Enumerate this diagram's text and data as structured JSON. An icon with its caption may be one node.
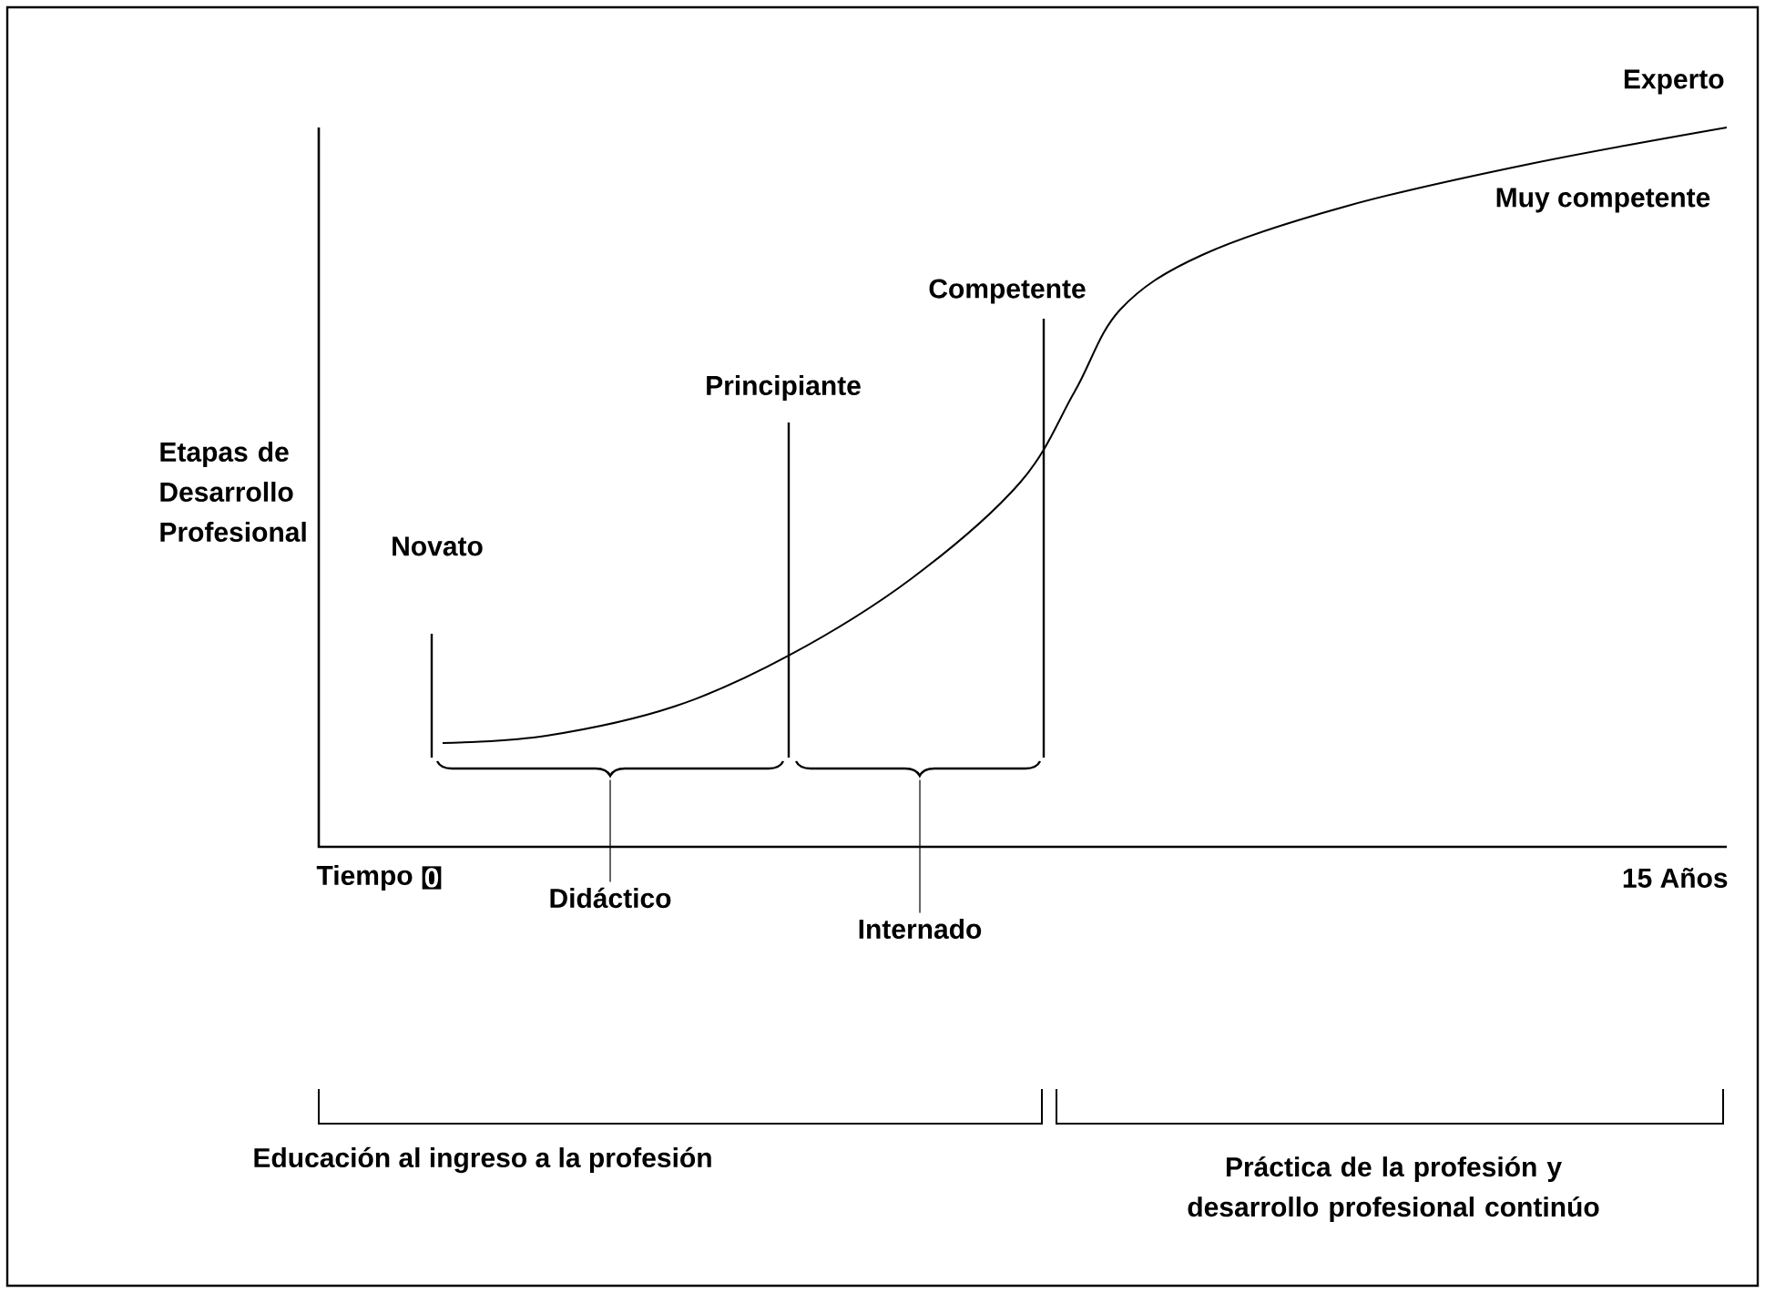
{
  "diagram": {
    "nodes": [
      {
        "text": [],
        "shape": "brace"
      },
      {
        "text": [
          "Didáctico"
        ]
      },
      {
        "text": [],
        "shape": "brace"
      },
      {
        "text": [
          "Internado"
        ]
      }
    ],
    "edges": [
      {
        "from": 1,
        "to": 0,
        "arrow": "none"
      },
      {
        "from": 3,
        "to": 2,
        "arrow": "none"
      }
    ],
    "labels": [
      "Experto",
      "Muy competente",
      "Competente",
      "Principiante",
      "Etapas de Desarrollo Profesional",
      "Novato",
      "Tiempo",
      "0",
      "15 Años",
      "Educación al ingreso a la profesión",
      "Práctica de la profesión y desarrollo profesional continúo"
    ]
  }
}
